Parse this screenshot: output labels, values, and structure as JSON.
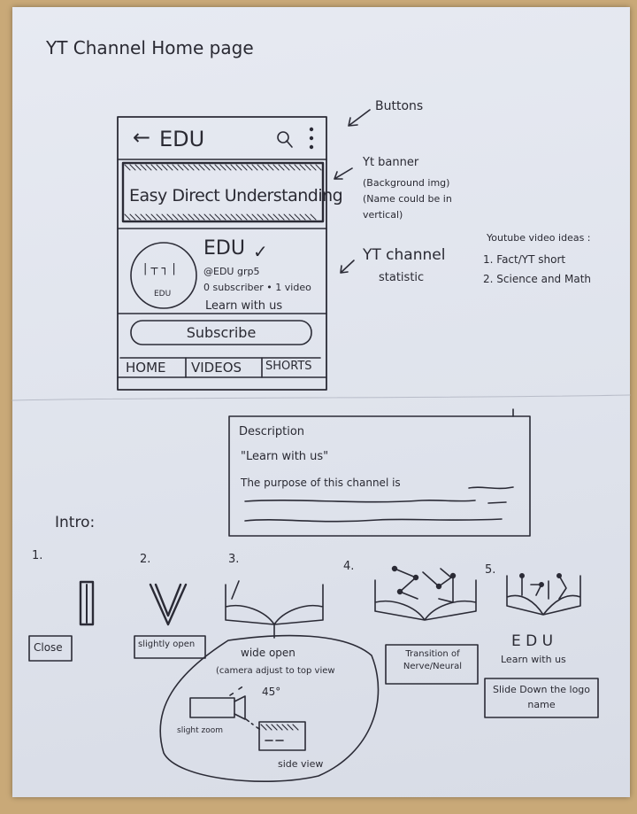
{
  "page": {
    "title": "YT Channel Home page"
  },
  "phone": {
    "back_arrow": "←",
    "app_name": "EDU",
    "banner_text": "Easy Direct Understanding",
    "logo_lines": "| ┬ ┐ |",
    "logo_caption": "EDU",
    "channel_name": "EDU",
    "handle": "@EDU grp5",
    "stats": "0 subscriber • 1 video",
    "tagline": "Learn with us",
    "subscribe_label": "Subscribe",
    "tabs": [
      "HOME",
      "VIDEOS",
      "SHORTS"
    ]
  },
  "annotations": {
    "buttons": "Buttons",
    "banner": [
      "Yt banner",
      "(Background img)",
      "(Name could be in",
      "vertical)"
    ],
    "statistic": [
      "YT channel",
      "statistic"
    ]
  },
  "video_ideas": {
    "heading": "Youtube video ideas :",
    "items": [
      "1. Fact/YT short",
      "2. Science and Math"
    ]
  },
  "description": {
    "title": "Description",
    "quote": "\"Learn with us\"",
    "purpose": "The purpose of this channel is"
  },
  "intro": {
    "heading": "Intro:",
    "steps": [
      {
        "num": "1.",
        "label": "Close"
      },
      {
        "num": "2.",
        "label": "slightly open"
      },
      {
        "num": "3.",
        "label": ""
      },
      {
        "num": "4.",
        "label": "Transition of Nerve/Neural"
      },
      {
        "num": "5.",
        "label": ""
      }
    ],
    "wide_open": {
      "label": "wide open",
      "note": "(camera adjust to top view",
      "angle": "45°",
      "slight_zoom": "slight zoom",
      "side_view": "side view"
    },
    "end": {
      "name": "E D U",
      "tagline": "Learn with us",
      "note": "Slide Down the logo name"
    }
  }
}
